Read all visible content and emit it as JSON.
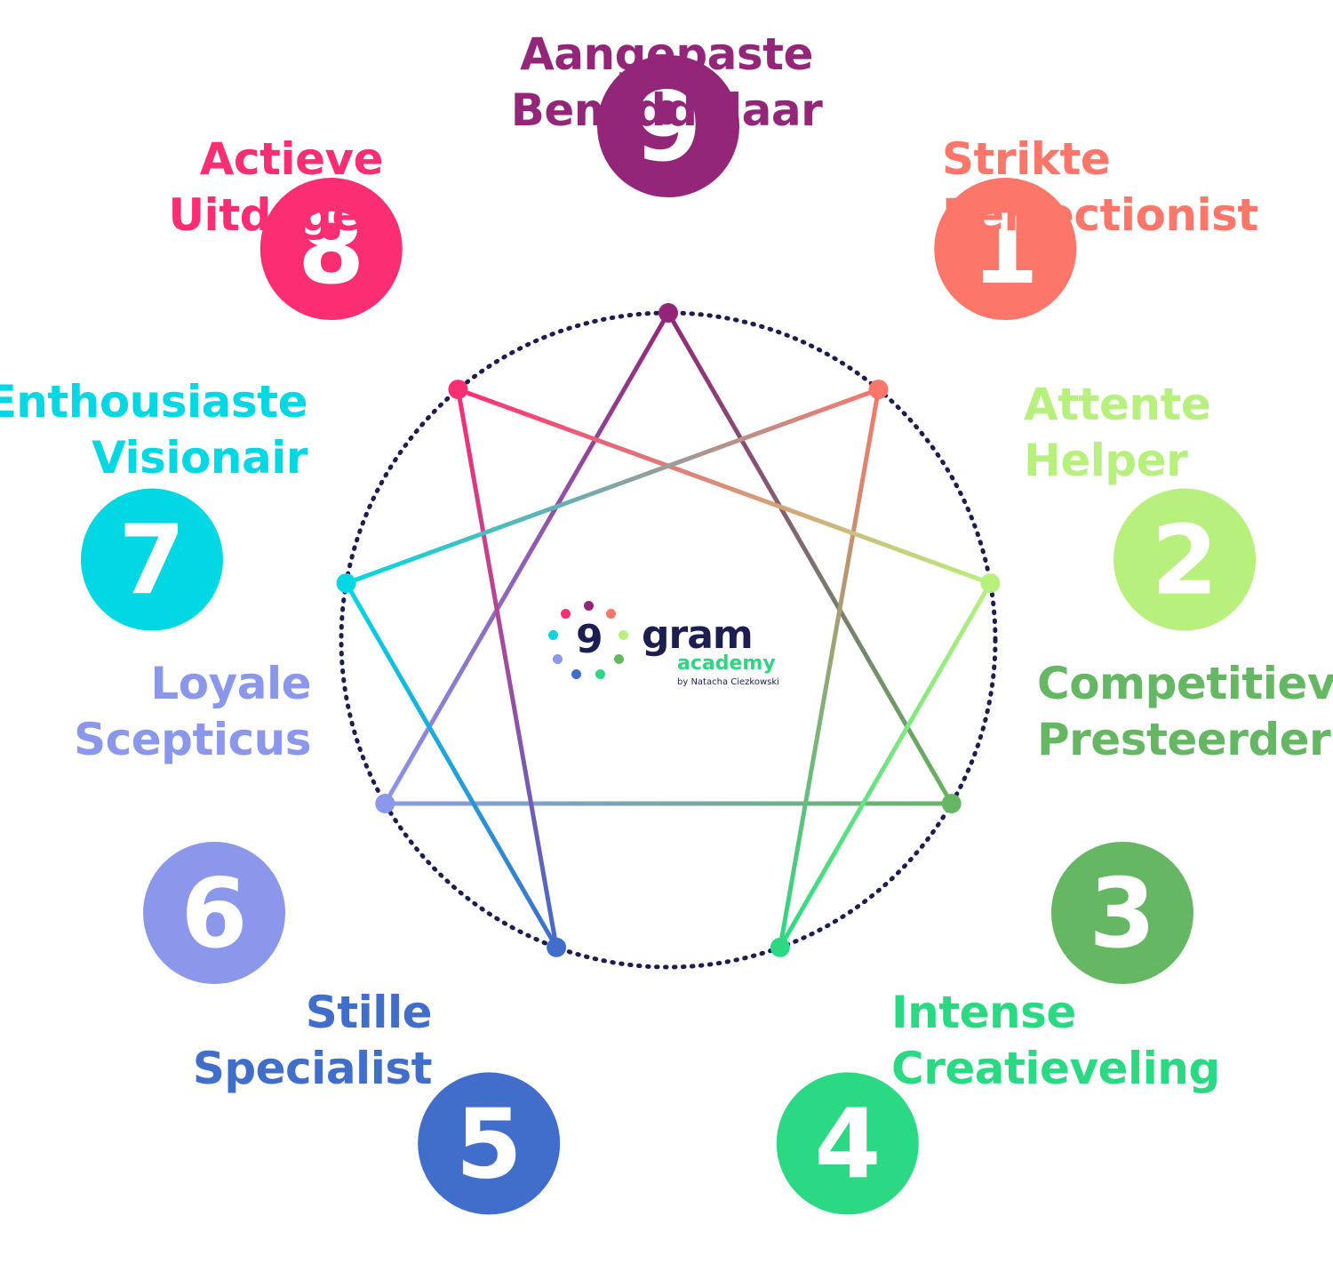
{
  "ring_color": "#1c1e52",
  "types": [
    {
      "number": "9",
      "line1": "Aangepaste",
      "line2": "Bemiddelaar",
      "color": "#942679"
    },
    {
      "number": "1",
      "line1": "Strikte",
      "line2": "Perfectionist",
      "color": "#fc766a"
    },
    {
      "number": "2",
      "line1": "Attente",
      "line2": "Helper",
      "color": "#b8f07e"
    },
    {
      "number": "3",
      "line1": "Competitieve",
      "line2": "Presteerder",
      "color": "#66b764"
    },
    {
      "number": "4",
      "line1": "Intense",
      "line2": "Creatieveling",
      "color": "#2cd983"
    },
    {
      "number": "5",
      "line1": "Stille",
      "line2": "Specialist",
      "color": "#416dcb"
    },
    {
      "number": "6",
      "line1": "Loyale",
      "line2": "Scepticus",
      "color": "#8a97eb"
    },
    {
      "number": "7",
      "line1": "Enthousiaste",
      "line2": "Visionair",
      "color": "#02d8e3"
    },
    {
      "number": "8",
      "line1": "Actieve",
      "line2": "Uitdager",
      "color": "#fb2e74"
    }
  ],
  "connections": [
    [
      "9",
      "3"
    ],
    [
      "3",
      "6"
    ],
    [
      "6",
      "9"
    ],
    [
      "1",
      "4"
    ],
    [
      "4",
      "2"
    ],
    [
      "2",
      "8"
    ],
    [
      "8",
      "5"
    ],
    [
      "5",
      "7"
    ],
    [
      "7",
      "1"
    ]
  ],
  "brand": {
    "nine": "9",
    "gram": "gram",
    "academy": "academy",
    "byline": "by Natacha Ciezkowski",
    "dot_colors": [
      "#942679",
      "#fc766a",
      "#b8f07e",
      "#66b764",
      "#2cd983",
      "#416dcb",
      "#8a97eb",
      "#02d8e3",
      "#fb2e74"
    ]
  }
}
